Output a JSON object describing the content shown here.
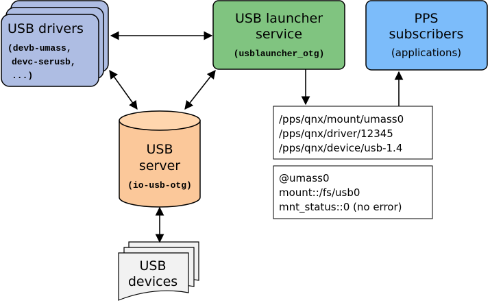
{
  "colors": {
    "drivers_fill": "#aebde3",
    "launcher_fill": "#80c480",
    "pps_fill": "#7cbcfa",
    "server_fill": "#fbc89a",
    "server_top_fill": "#ffd6ae",
    "devices_fill": "#f2f2f2",
    "outline": "#000000"
  },
  "usb_drivers": {
    "title": "USB drivers",
    "line1": "(devb-umass,",
    "line2": "devc-serusb,",
    "line3": "...)"
  },
  "usb_launcher": {
    "title_line1": "USB launcher",
    "title_line2": "service",
    "subtitle": "(usblauncher_otg)"
  },
  "pps_subscribers": {
    "title_line1": "PPS",
    "title_line2": "subscribers",
    "subtitle": "(applications)"
  },
  "usb_server": {
    "title_line1": "USB",
    "title_line2": "server",
    "subtitle": "(io-usb-otg)"
  },
  "usb_devices": {
    "title_line1": "USB",
    "title_line2": "devices"
  },
  "pps_paths": [
    "/pps/qnx/mount/umass0",
    "/pps/qnx/driver/12345",
    "/pps/qnx/device/usb-1.4"
  ],
  "pps_object": [
    "@umass0",
    "mount::/fs/usb0",
    "mnt_status::0 (no error)"
  ]
}
